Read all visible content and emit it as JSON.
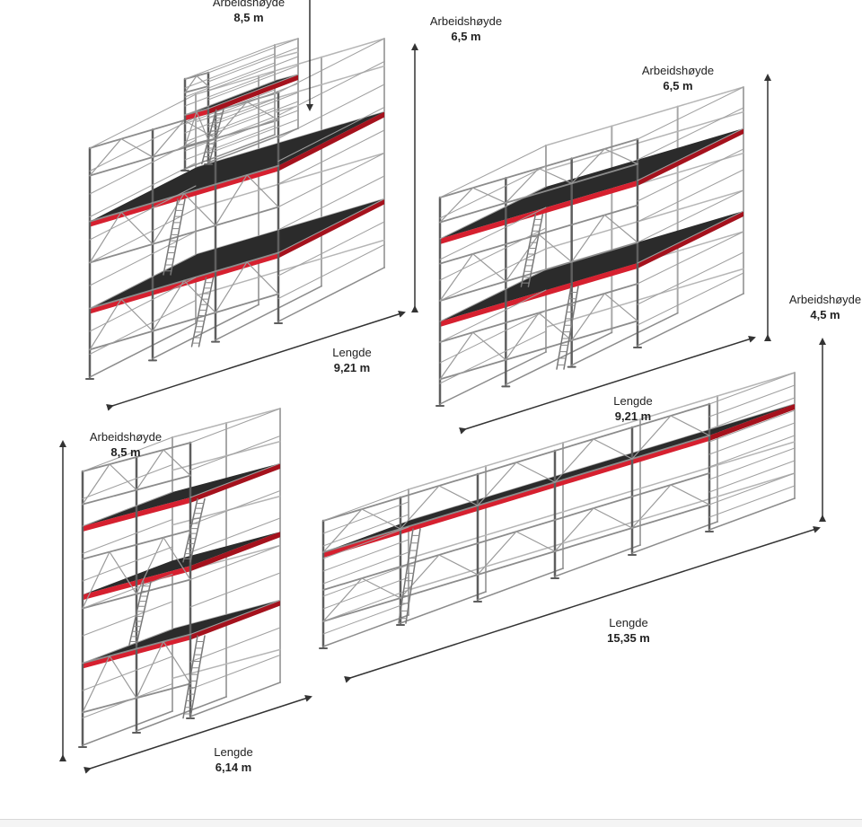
{
  "colors": {
    "steel": "#8c8c8c",
    "steel_dark": "#5e5e5e",
    "deck_red": "#d6202f",
    "deck_dark": "#2b2b2b",
    "arrow": "#333333"
  },
  "diagrams": [
    {
      "id": "scaffold-1",
      "height_label": "Arbeidshøyde",
      "height_value": "8,5 m",
      "length_label": "Lengde",
      "length_value": "9,21 m"
    },
    {
      "id": "scaffold-2",
      "height_label": "Arbeidshøyde",
      "height_value": "6,5 m",
      "extra_height_label": "Arbeidshøyde",
      "extra_height_value": "6,5 m",
      "length_label": "Lengde",
      "length_value": "9,21 m"
    },
    {
      "id": "scaffold-3",
      "height_label": "Arbeidshøyde",
      "height_value": "8,5 m",
      "length_label": "Lengde",
      "length_value": "6,14 m"
    },
    {
      "id": "scaffold-4",
      "height_label": "Arbeidshøyde",
      "height_value": "4,5 m",
      "length_label": "Lengde",
      "length_value": "15,35 m"
    }
  ]
}
